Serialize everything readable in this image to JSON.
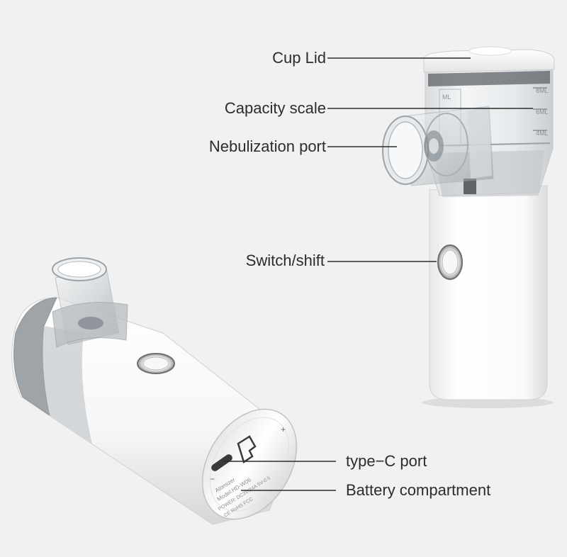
{
  "labels": {
    "cup_lid": "Cup Lid",
    "capacity_scale": "Capacity scale",
    "nebulization_port": "Nebulization port",
    "switch_shift": "Switch/shift",
    "type_c_port": "type−C port",
    "battery_compartment": "Battery compartment"
  },
  "device_text": {
    "scale_top": "8ML",
    "scale_mid": "6ML",
    "scale_low": "4ML",
    "scale_side": "ML",
    "product": "Atomizer",
    "model": "Model:HD-W06",
    "power": "POWER: DC3V/24A  5V-0.5",
    "certs": "CE  RoHS  FCC",
    "plus": "+",
    "minus": "−"
  },
  "colors": {
    "background": "#f1f1f1",
    "device_body": "#fbfbfb",
    "callout_line": "#2c2c2c",
    "label_text": "#2c2c2c"
  }
}
